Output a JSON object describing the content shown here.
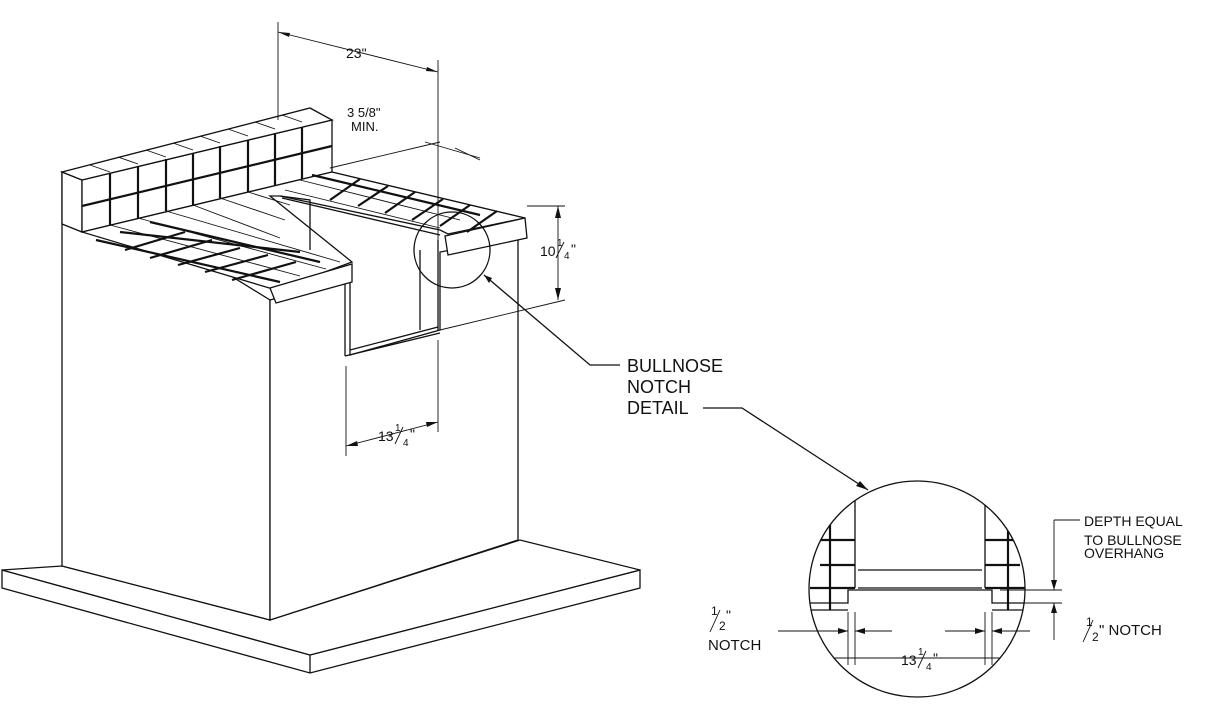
{
  "dimensions": {
    "top_width": "23\"",
    "min_depth_1": "3 5/8\"",
    "min_depth_2": "MIN.",
    "height_whole": "10",
    "height_num": "1",
    "height_den": "4",
    "height_unit": "\"",
    "opening_whole": "13",
    "opening_num": "1",
    "opening_den": "4",
    "opening_unit": "\""
  },
  "callout": {
    "line1": "BULLNOSE",
    "line2": "NOTCH",
    "line3": "DETAIL"
  },
  "detail": {
    "depth_note_1": "DEPTH EQUAL",
    "depth_note_2": "TO BULLNOSE",
    "depth_note_3": "OVERHANG",
    "left_notch_num": "1",
    "left_notch_den": "2",
    "left_notch_unit": "\"",
    "left_notch_label": "NOTCH",
    "right_notch_num": "1",
    "right_notch_den": "2",
    "right_notch_label": "\" NOTCH",
    "width_whole": "13",
    "width_num": "1",
    "width_den": "4",
    "width_unit": "\""
  }
}
